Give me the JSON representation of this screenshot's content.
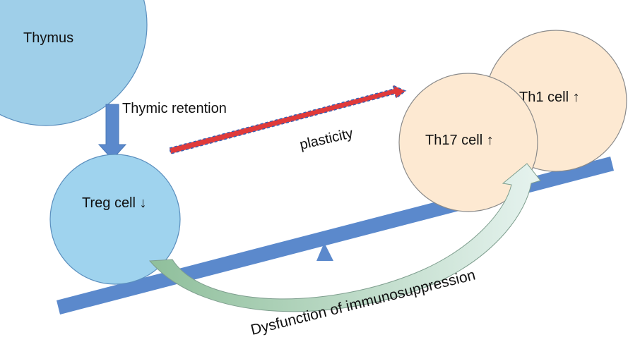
{
  "labels": {
    "thymus": "Thymus",
    "thymic_retention": "Thymic retention",
    "treg": "Treg cell ↓",
    "plasticity": "plasticity",
    "th17": "Th17 cell ↑",
    "th1": "Th1 cell ↑",
    "dysfunction": "Dysfunction of immunosuppression"
  },
  "colors": {
    "thymus_fill": "#9fcfe9",
    "treg_fill": "#9fd3ee",
    "cell_outline": "#5b8fbe",
    "th_fill": "#fde9d2",
    "seesaw": "#5b89cc",
    "down_arrow": "#5b89cc",
    "plasticity_arrow": "#e03a3a",
    "plasticity_outline": "#3b5fb0",
    "curved_arrow_start": "#8fbf9b",
    "curved_arrow_end": "#e6f3ef"
  }
}
